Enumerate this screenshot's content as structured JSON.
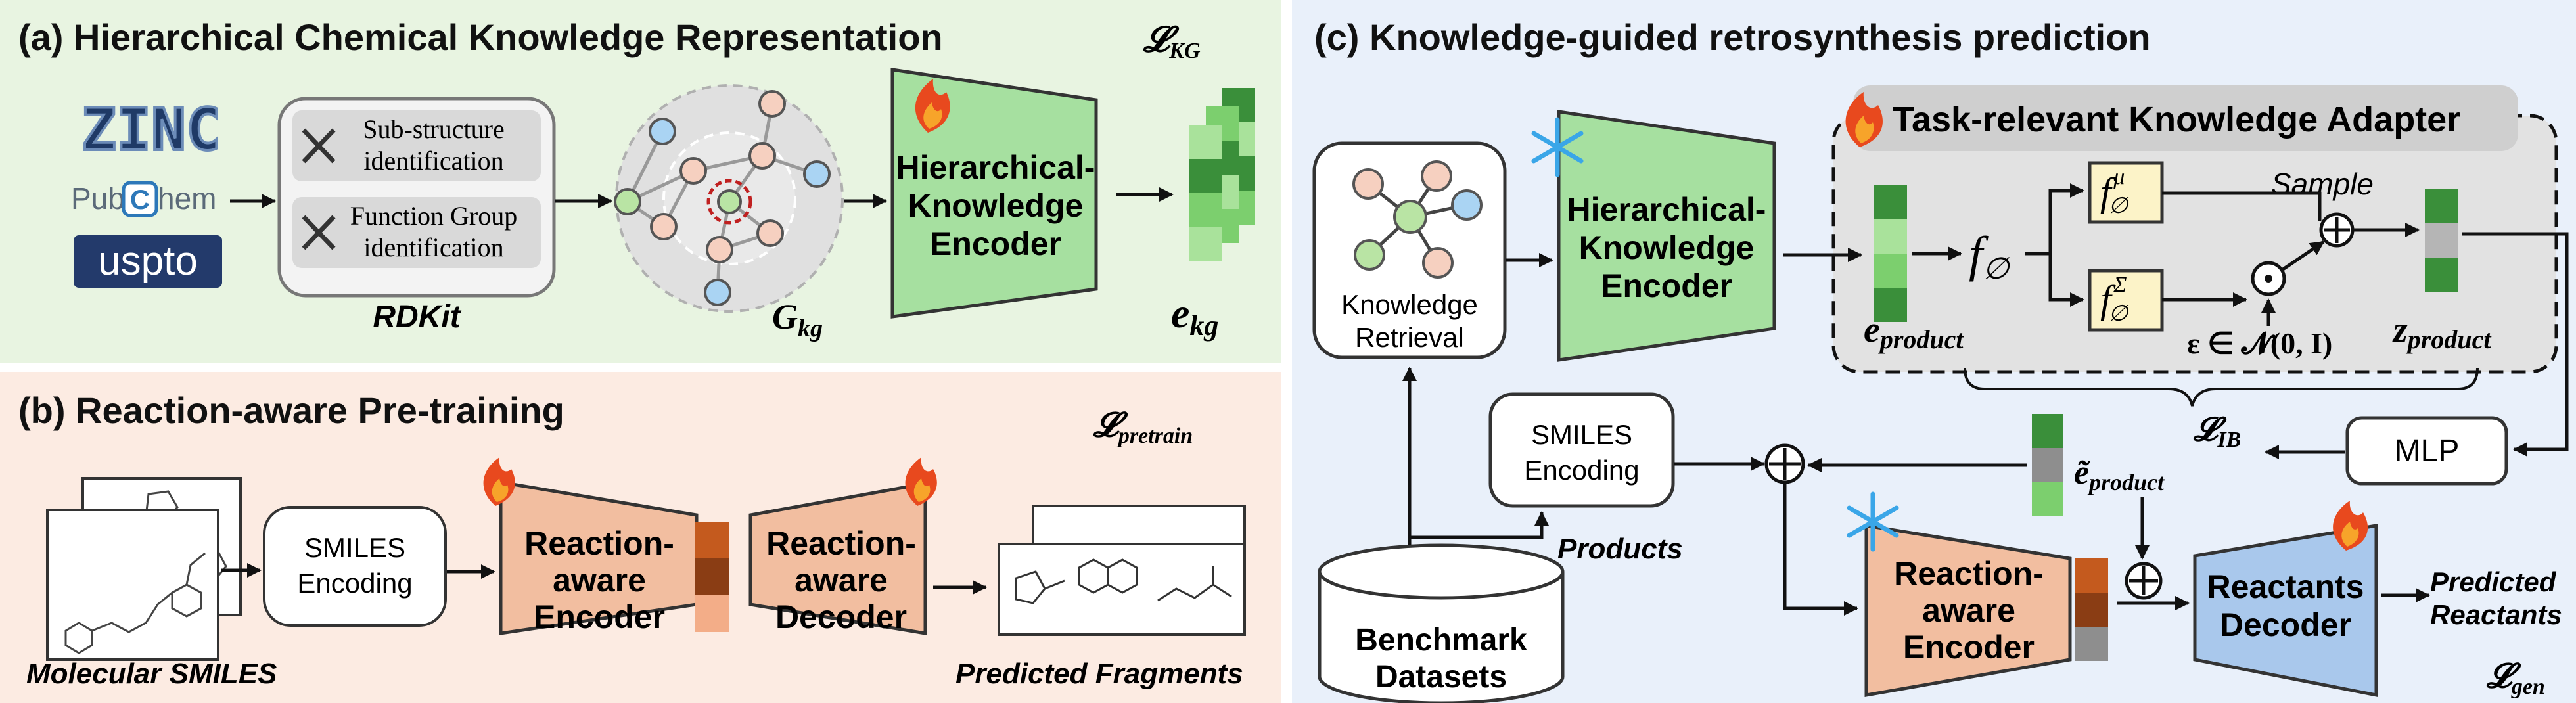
{
  "panel_a": {
    "title": "(a) Hierarchical Chemical Knowledge Representation",
    "loss": "𝓛",
    "loss_sub": "KG",
    "sources": {
      "zinc": "ZINC",
      "pubchem_left": "Pub",
      "pubchem_mid": "C",
      "pubchem_right": "hem",
      "uspto": "uspto"
    },
    "rdkit_items": [
      "Sub-structure",
      "identification",
      "Function Group",
      "identification"
    ],
    "rdkit_label": "RDKit",
    "graph_label_main": "G",
    "graph_label_sub": "kg",
    "encoder": [
      "Hierarchical-",
      "Knowledge",
      "Encoder"
    ],
    "embed_main": "e",
    "embed_sub": "kg",
    "colors": {
      "bg": "#e8f4e1",
      "encoder": "#a6e0a0",
      "emb1": "#3a8f3a",
      "emb2": "#7ccf6e",
      "emb3": "#a9e29b"
    }
  },
  "panel_b": {
    "title": "(b) Reaction-aware Pre-training",
    "loss": "𝓛",
    "loss_sub": "pretrain",
    "input_label": "Molecular SMILES",
    "smiles_box": [
      "SMILES",
      "Encoding"
    ],
    "encoder": [
      "Reaction-",
      "aware",
      "Encoder"
    ],
    "decoder": [
      "Reaction-",
      "aware",
      "Decoder"
    ],
    "output_label": "Predicted Fragments",
    "colors": {
      "bg": "#fcebe2",
      "trap": "#f2bea0",
      "c1": "#c45a1e",
      "c2": "#8a3d14",
      "c3": "#f3ad88"
    }
  },
  "panel_c": {
    "title": "(c) Knowledge-guided retrosynthesis prediction",
    "adapter_title": "Task-relevant Knowledge Adapter",
    "retrieval": [
      "Knowledge",
      "Retrieval"
    ],
    "encoder": [
      "Hierarchical-",
      "Knowledge",
      "Encoder"
    ],
    "f_main": "f",
    "f_sub": "∅",
    "f_mu_sup": "μ",
    "f_sigma_sup": "Σ",
    "sample_label": "Sample",
    "e_product_main": "e",
    "e_product_sub": "product",
    "eps_label": "ε ∈ 𝓝(0, I)",
    "z_product_main": "z",
    "z_product_sub": "product",
    "lib_main": "𝓛",
    "lib_sub": "IB",
    "mlp": "MLP",
    "smiles_box": [
      "SMILES",
      "Encoding"
    ],
    "etilde_main": "ẽ",
    "etilde_sub": "product",
    "products_label": "Products",
    "benchmark": [
      "Benchmark",
      "Datasets"
    ],
    "reaction_encoder": [
      "Reaction-",
      "aware",
      "Encoder"
    ],
    "reactants_decoder": [
      "Reactants",
      "Decoder"
    ],
    "predicted_reactants": [
      "Predicted",
      "Reactants"
    ],
    "gen_main": "𝓛",
    "gen_sub": "gen",
    "colors": {
      "bg": "#e9f0fa",
      "adapter": "#eeeeee",
      "f_box": "#fcf3c8",
      "decoder": "#a9c8ec",
      "grey": "#8e8e8e",
      "lightgrey": "#b5b5b5"
    }
  }
}
